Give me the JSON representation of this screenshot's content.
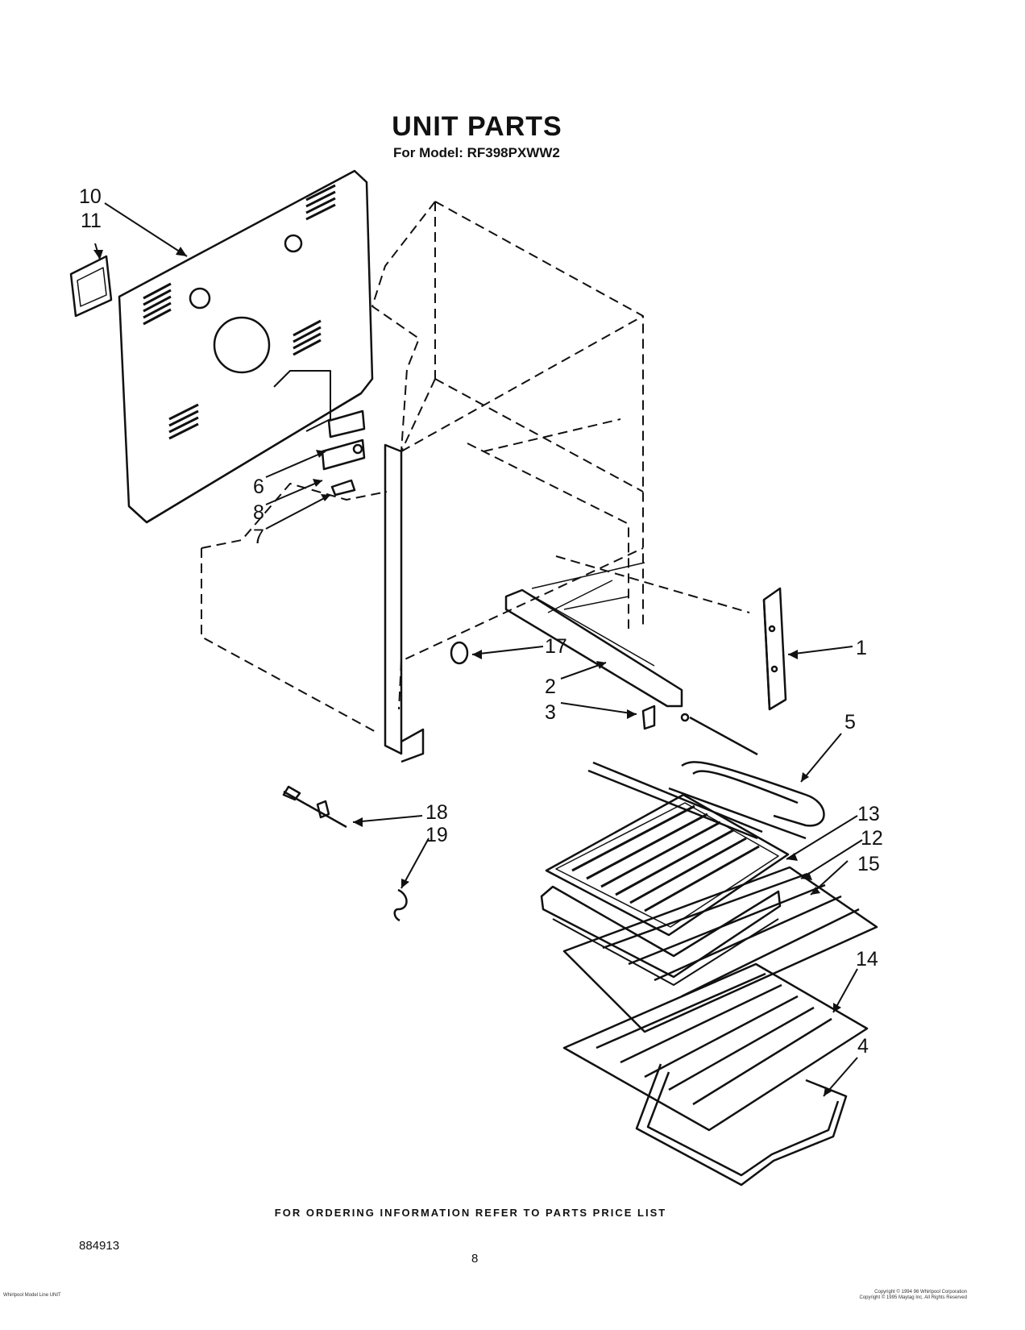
{
  "header": {
    "title": "UNIT PARTS",
    "subtitle": "For Model: RF398PXWW2"
  },
  "callouts": {
    "c1": "1",
    "c2": "2",
    "c3": "3",
    "c4": "4",
    "c5": "5",
    "c6": "6",
    "c7": "7",
    "c8": "8",
    "c10": "10",
    "c11": "11",
    "c12": "12",
    "c13": "13",
    "c14": "14",
    "c15": "15",
    "c17": "17",
    "c18": "18",
    "c19": "19"
  },
  "footer": {
    "note": "FOR ORDERING INFORMATION REFER TO PARTS PRICE LIST",
    "doc_code": "884913",
    "page": "8",
    "left_small": "Whirlpool Model Line UNIT",
    "right_small_1": "Copyright © 1994 96 Whirlpool Corporation",
    "right_small_2": "Copyright © 1995 Maytag Inc. All Rights Reserved"
  }
}
